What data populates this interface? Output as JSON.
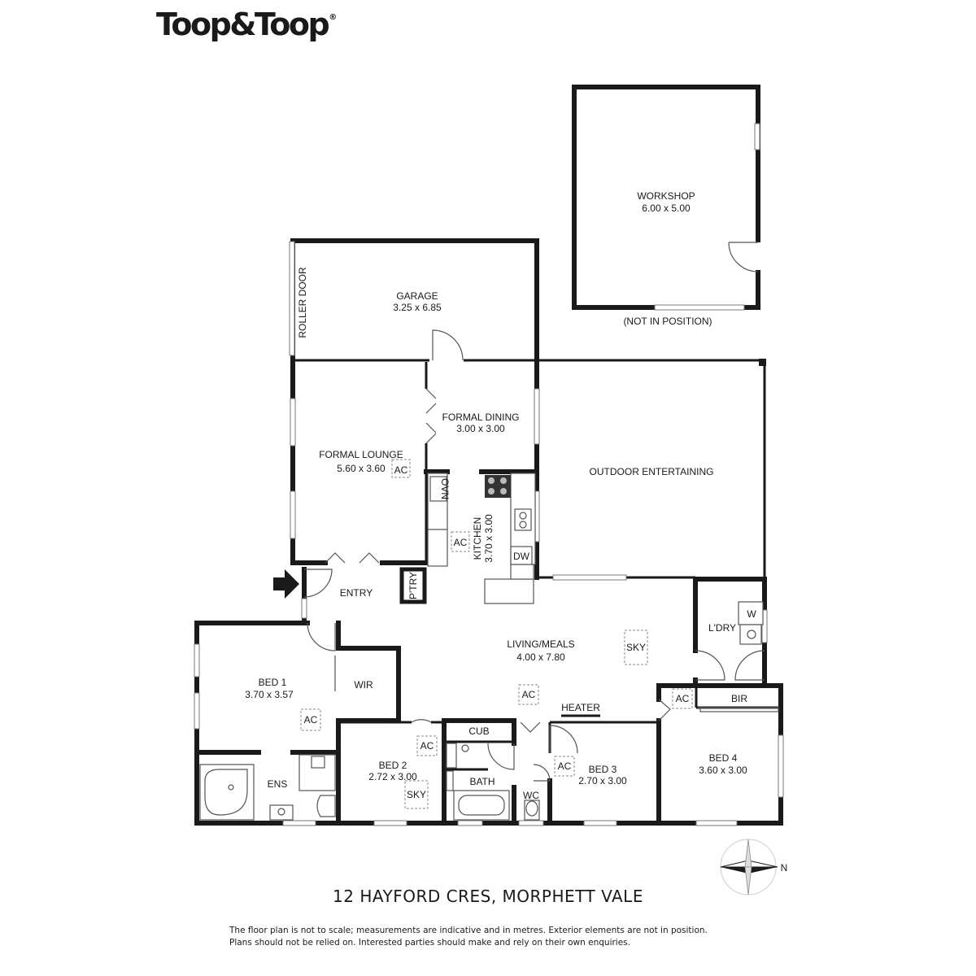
{
  "brand": {
    "name": "Toop&Toop",
    "mark": "®"
  },
  "address": "12 HAYFORD CRES, MORPHETT VALE",
  "disclaimer": {
    "line1": "The floor plan is not to scale; measurements are indicative and in metres. Exterior elements are not in position.",
    "line2": "Plans should not be relied on. Interested parties should make and rely on their own enquiries."
  },
  "compass": {
    "label": "N"
  },
  "rooms": {
    "workshop": {
      "name": "WORKSHOP",
      "size": "6.00 x 5.00",
      "note": "(NOT IN POSITION)"
    },
    "garage": {
      "name": "GARAGE",
      "size": "3.25 x 6.85",
      "door": "ROLLER DOOR"
    },
    "formal_dining": {
      "name": "FORMAL DINING",
      "size": "3.00 x 3.00"
    },
    "formal_lounge": {
      "name": "FORMAL LOUNGE",
      "size": "5.60 x 3.60"
    },
    "outdoor": {
      "name": "OUTDOOR ENTERTAINING"
    },
    "kitchen": {
      "name": "KITCHEN",
      "size": "3.70 x 3.00"
    },
    "entry": {
      "name": "ENTRY"
    },
    "pantry": {
      "name": "P'TRY"
    },
    "living": {
      "name": "LIVING/MEALS",
      "size": "4.00 x 7.80"
    },
    "laundry": {
      "name": "L'DRY"
    },
    "bed1": {
      "name": "BED 1",
      "size": "3.70 x 3.57"
    },
    "wir": {
      "name": "WIR"
    },
    "ens": {
      "name": "ENS"
    },
    "bed2": {
      "name": "BED 2",
      "size": "2.72 x 3.00"
    },
    "cub": {
      "name": "CUB"
    },
    "bath": {
      "name": "BATH"
    },
    "wc": {
      "name": "WC"
    },
    "bed3": {
      "name": "BED 3",
      "size": "2.70 x 3.00"
    },
    "bed4": {
      "name": "BED 4",
      "size": "3.60 x 3.00"
    },
    "bir": {
      "name": "BIR"
    }
  },
  "fixtures": {
    "ac": "AC",
    "sky": "SKY",
    "heater": "HEATER",
    "oven": "OVN",
    "dishwasher": "DW",
    "washer": "W"
  }
}
